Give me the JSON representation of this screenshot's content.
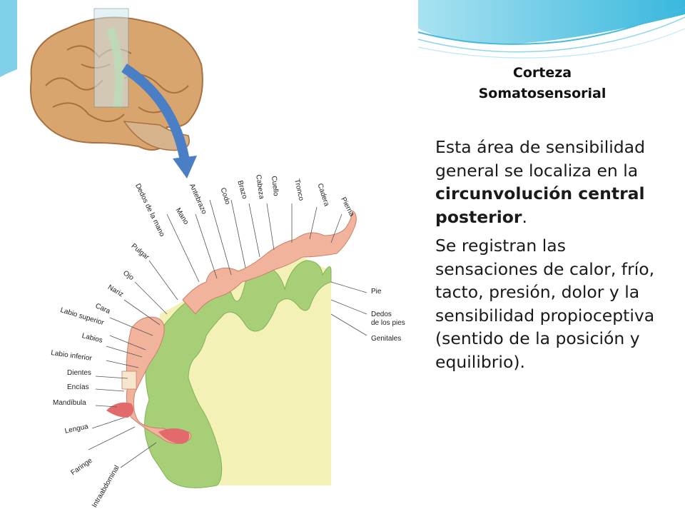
{
  "title": {
    "line1": "Corteza",
    "line2": "Somatosensorial"
  },
  "paragraph1": {
    "text_before": "Esta área de sensibilidad general se localiza en la",
    "bold": "circunvolución central posterior",
    "text_after": "."
  },
  "paragraph2": {
    "text": "Se registran las sensaciones de calor, frío, tacto, presión, dolor y la sensibilidad propioceptiva (sentido de la posición y equilibrio)."
  },
  "figure_labels": {
    "dedos_mano": "Dedos de la mano",
    "antebrazo": "Antebrazo",
    "codo": "Codo",
    "brazo": "Brazo",
    "cabeza": "Cabeza",
    "cuello": "Cuello",
    "tronco": "Tronco",
    "cadera": "Cadera",
    "pierna": "Pierna",
    "mano": "Mano",
    "pulgar": "Pulgar",
    "ojo": "Ojo",
    "nariz": "Nariz",
    "cara": "Cara",
    "labio_superior": "Labio superior",
    "labios": "Labios",
    "labio_inferior": "Labio inferior",
    "dientes": "Dientes",
    "encias": "Encías",
    "mandibula": "Mandíbula",
    "lengua": "Lengua",
    "faringe": "Faringe",
    "intraabdominal": "Intraabdominal",
    "pie": "Pie",
    "dedos_pies_1": "Dedos",
    "dedos_pies_2": "de los pies",
    "genitales": "Genitales"
  },
  "colors": {
    "cortex_green": "#a6cf78",
    "white_matter": "#f3f1b6",
    "brain": "#d9a56e",
    "arrow": "#4a7fc6",
    "homunculus": "#f1b39c",
    "wave_teal": "#5cc3e0"
  }
}
